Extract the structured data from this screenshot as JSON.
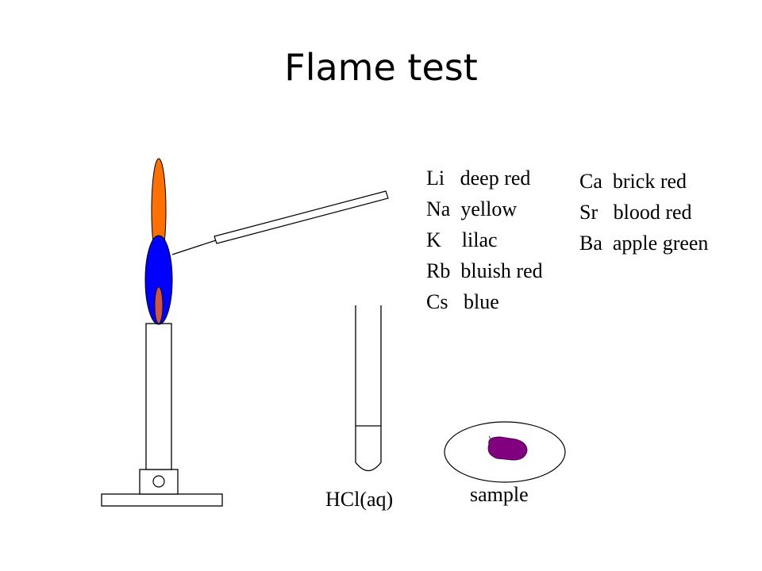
{
  "title": "Flame test",
  "group1_colors": [
    {
      "element": "Li",
      "color": "deep red"
    },
    {
      "element": "Na",
      "color": "yellow"
    },
    {
      "element": "K",
      "color": "lilac"
    },
    {
      "element": "Rb",
      "color": "bluish red"
    },
    {
      "element": "Cs",
      "color": "blue"
    }
  ],
  "group2_colors": [
    {
      "element": "Ca",
      "color": "brick red"
    },
    {
      "element": "Sr",
      "color": "blood red"
    },
    {
      "element": "Ba",
      "color": "apple green"
    }
  ],
  "labels": {
    "acid": "HCl(aq)",
    "sample": "sample"
  },
  "colors": {
    "outer_flame": "#ff7000",
    "inner_flame": "#0000ff",
    "core_flame": "#cc5544",
    "sample": "#800080"
  }
}
